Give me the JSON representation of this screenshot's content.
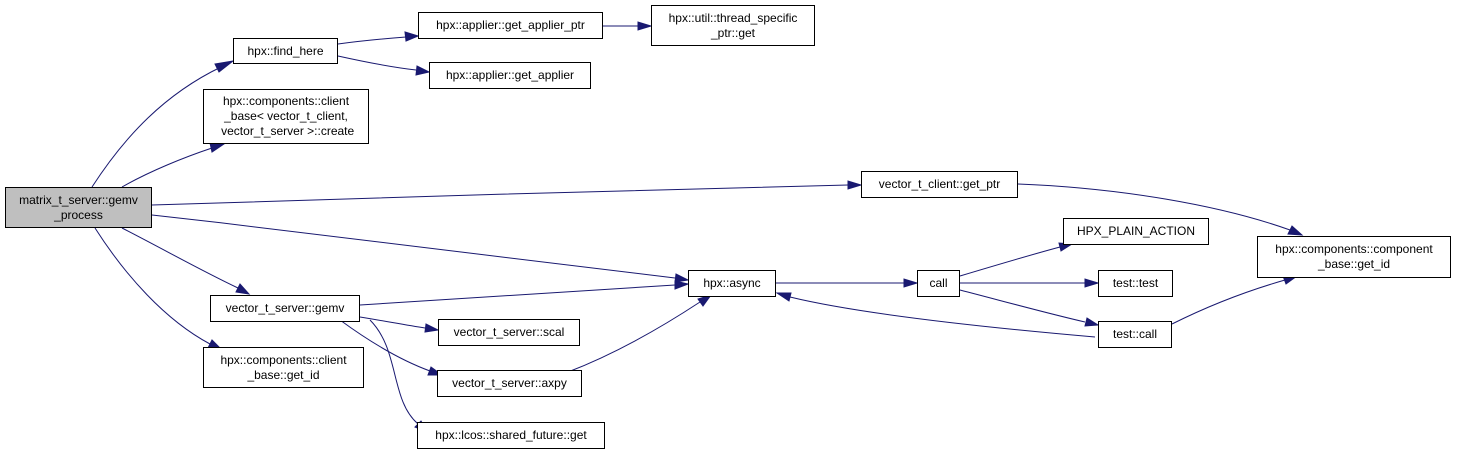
{
  "colors": {
    "edge": "#191970",
    "root_fill": "#bfbfbf",
    "node_fill": "#ffffff",
    "border": "#000000"
  },
  "nodes": {
    "root": "matrix_t_server::gemv\n_process",
    "find_here": "hpx::find_here",
    "get_applier_ptr": "hpx::applier::get_applier_ptr",
    "thread_specific_ptr_get": "hpx::util::thread_specific\n_ptr::get",
    "get_applier": "hpx::applier::get_applier",
    "client_base_create": "hpx::components::client\n_base< vector_t_client,\n vector_t_server >::create",
    "vector_client_get_ptr": "vector_t_client::get_ptr",
    "component_base_get_id": "hpx::components::component\n_base::get_id",
    "hpx_plain_action": "HPX_PLAIN_ACTION",
    "hpx_async": "hpx::async",
    "call": "call",
    "test_test": "test::test",
    "test_call": "test::call",
    "vector_server_gemv": "vector_t_server::gemv",
    "vector_server_scal": "vector_t_server::scal",
    "vector_server_axpy": "vector_t_server::axpy",
    "client_base_get_id": "hpx::components::client\n_base::get_id",
    "shared_future_get": "hpx::lcos::shared_future::get"
  }
}
